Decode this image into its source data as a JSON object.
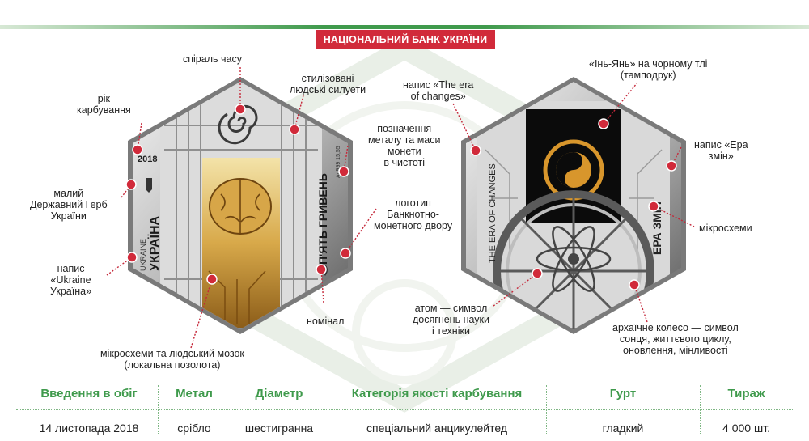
{
  "bank_title": "НАЦІОНАЛЬНИЙ БАНК УКРАЇНИ",
  "obverse": {
    "year": "2018",
    "country": "УКРАЇНА",
    "country_latin": "UKRAINE",
    "denomination": "П'ЯТЬ ГРИВЕНЬ",
    "metal_mark": "Ag999 15,55"
  },
  "reverse": {
    "inscription_en": "THE ERA OF CHANGES",
    "inscription_ua": "ЕРА ЗМІН"
  },
  "labels": {
    "spiral": "спіраль часу",
    "year": "рік\nкарбування",
    "silhouettes": "стилізовані\nлюдські силуети",
    "metal": "позначення\nметалу та маси\nмонети\nв чистоті",
    "coat": "малий\nДержавний Герб\nУкраїни",
    "logo": "логотип\nБанкнотно-\nмонетного двору",
    "ukraine": "напис\n«Ukraine\nУкраїна»",
    "nominal": "номінал",
    "brain": "мікросхеми та людський мозок\n(локальна позолота)",
    "era_en": "напис «The era\nof changes»",
    "yinyang": "«Інь-Янь» на чорному тлі\n(тамподрук)",
    "era_ua": "напис «Ера\nзмін»",
    "chips": "мікросхеми",
    "atom": "атом — символ\nдосягнень науки\nі техніки",
    "wheel": "архаїчне колесо — символ\nсонця, життєвого циклу,\nоновлення, мінливості"
  },
  "info": [
    {
      "header": "Введення в обіг",
      "value": "14 листопада 2018"
    },
    {
      "header": "Метал",
      "value": "срібло"
    },
    {
      "header": "Діаметр",
      "value": "шестигранна"
    },
    {
      "header": "Категорія якості карбування",
      "value": "спеціальний анцикулейтед"
    },
    {
      "header": "Гурт",
      "value": "гладкий"
    },
    {
      "header": "Тираж",
      "value": "4 000 шт."
    }
  ],
  "colors": {
    "accent_green": "#3f9a4c",
    "banner_red": "#d12a3a",
    "marker_red": "#d12a3a",
    "gold": "#c9962e"
  }
}
